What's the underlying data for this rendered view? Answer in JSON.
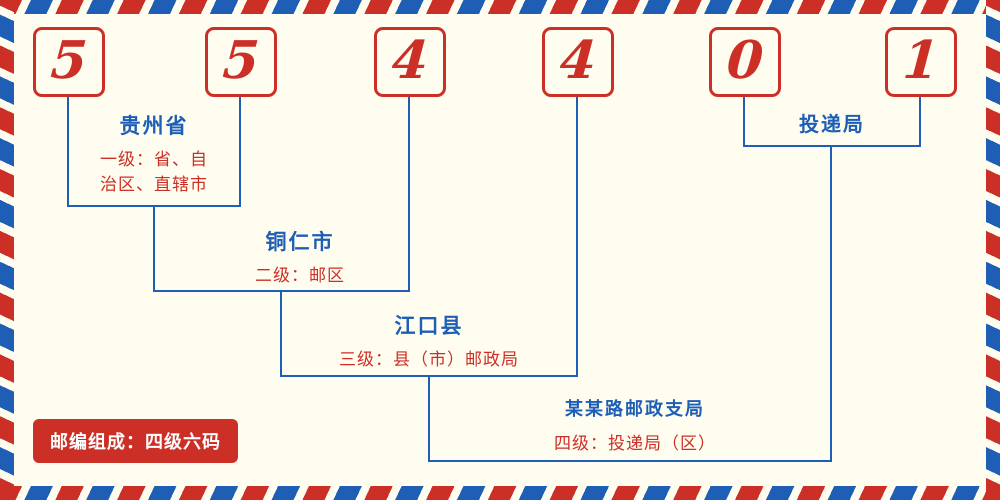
{
  "postal_code": {
    "digits": [
      "5",
      "5",
      "4",
      "4",
      "0",
      "1"
    ]
  },
  "levels": {
    "level1": {
      "place": "贵州省",
      "desc": "一级：省、自\n治区、直辖市"
    },
    "level2": {
      "place": "铜仁市",
      "desc": "二级：邮区"
    },
    "level3": {
      "place": "江口县",
      "desc": "三级：县（市）邮政局"
    },
    "level4": {
      "place": "某某路邮政支局",
      "desc": "四级：投递局（区）"
    },
    "delivery_office": {
      "label": "投递局"
    }
  },
  "footer": {
    "composition_note": "邮编组成：四级六码"
  },
  "colors": {
    "red": "#cc2f26",
    "blue": "#1e5fb5",
    "background": "#fffdf0"
  }
}
